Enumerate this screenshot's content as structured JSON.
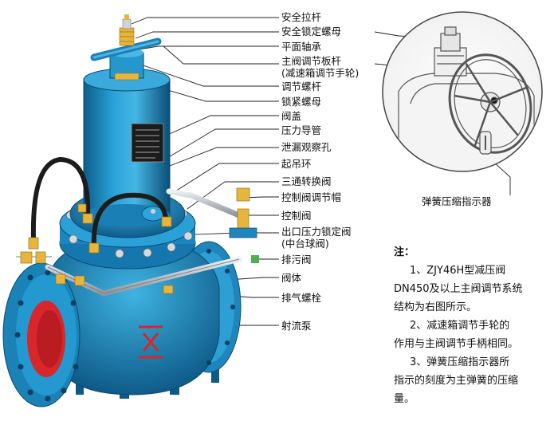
{
  "labels": {
    "l1": "安全拉杆",
    "l2": "安全锁定螺母",
    "l3": "平面轴承",
    "l4a": "主阀调节板杆",
    "l4b": "(减速箱调节手轮)",
    "l5": "调节螺杆",
    "l6": "锁紧螺母",
    "l7": "阀盖",
    "l8": "压力导管",
    "l9": "泄漏观察孔",
    "l10": "起吊环",
    "l11": "三通转换阀",
    "l12": "控制阀调节帽",
    "l13": "控制阀",
    "l14a": "出口压力锁定阀",
    "l14b": "(中台球阀)",
    "l15": "排污阀",
    "l16": "阀体",
    "l17": "排气螺栓",
    "l18": "射流泵"
  },
  "inset_label": "弹簧压缩指示器",
  "notes": {
    "title": "注：",
    "n1a": "1、ZJY46H型减压阀",
    "n1b": "DN450及以上主阀调节系统",
    "n1c": "结构为右图所示。",
    "n2a": "2、减速箱调节手轮的",
    "n2b": "作用与主阀调节手柄相同。",
    "n3a": "3、弹簧压缩指示器所",
    "n3b": "指示的刻度为主弹簧的压缩",
    "n3c": "量。"
  },
  "colors": {
    "body_blue": "#1a8fc4",
    "dark_blue": "#0d5f8e",
    "flange_red": "#d8262b",
    "brass": "#e8b53c",
    "pipe_gray": "#c8cdd2",
    "hose_black": "#1c1c1c"
  }
}
